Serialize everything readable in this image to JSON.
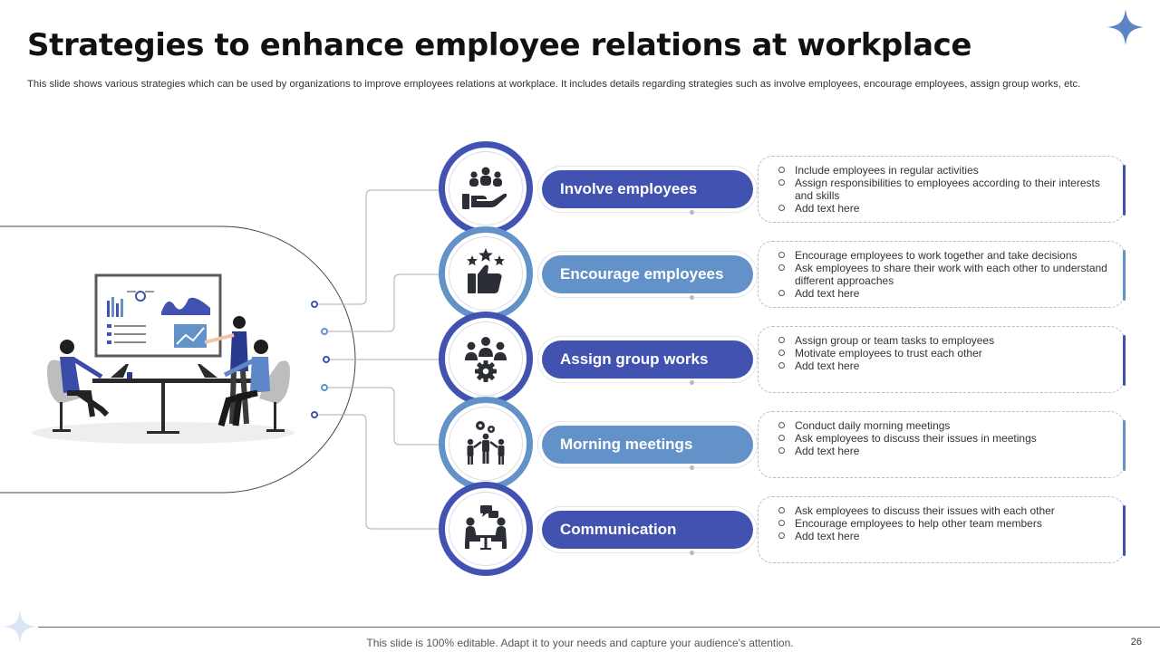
{
  "slide": {
    "title": "Strategies to enhance employee relations at workplace",
    "subtitle": "This slide shows various strategies which can be used by organizations to improve employees relations at workplace. It includes details regarding strategies such as involve employees, encourage employees, assign group works, etc.",
    "footer": "This slide is 100% editable. Adapt it to your needs and capture your audience's attention.",
    "page_number": "26"
  },
  "colors": {
    "dark_blue": "#4152b0",
    "light_blue": "#6292c8",
    "icon": "#2c2e36",
    "connector": "#a9acb5",
    "accent_star": "#5b85c5"
  },
  "strategies": [
    {
      "label": "Involve employees",
      "icon": "hand-people-icon",
      "tone": "dark",
      "points": [
        "Include employees in regular activities",
        "Assign responsibilities to employees according to their interests and skills",
        "Add text here"
      ]
    },
    {
      "label": "Encourage employees",
      "icon": "thumbs-up-stars-icon",
      "tone": "light",
      "points": [
        "Encourage employees to work together and take decisions",
        "Ask employees to share their work with each other to understand different approaches",
        "Add text here"
      ]
    },
    {
      "label": "Assign group works",
      "icon": "team-gear-icon",
      "tone": "dark",
      "points": [
        "Assign group or team tasks to employees",
        "Motivate  employees to trust each other",
        "Add text here"
      ]
    },
    {
      "label": "Morning meetings",
      "icon": "meeting-gears-icon",
      "tone": "light",
      "points": [
        "Conduct daily morning meetings",
        "Ask employees to discuss their issues in meetings",
        "Add text here"
      ]
    },
    {
      "label": "Communication",
      "icon": "conversation-icon",
      "tone": "dark",
      "points": [
        "Ask employees to discuss their issues with each other",
        "Encourage employees to help other team members",
        "Add text here"
      ]
    }
  ]
}
